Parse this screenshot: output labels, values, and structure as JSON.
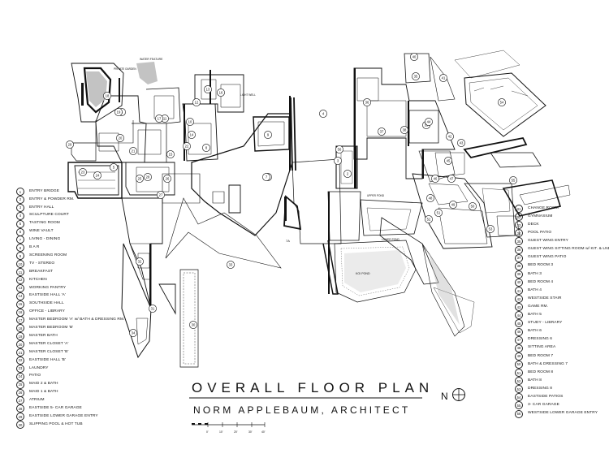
{
  "title": "OVERALL FLOOR PLAN",
  "subtitle": "NORM APPLEBAUM, ARCHITECT",
  "north": "N",
  "scale_labels": [
    "0'",
    "10'",
    "20'",
    "30'",
    "40'"
  ],
  "plan_labels": {
    "water_feature": "WATER FEATURE",
    "private_garden": "PRIVATE GARDEN",
    "koi_pond": "KOI POND",
    "lower_pond": "LOWER POND",
    "upper_pond": "UPPER POND",
    "light_well": "LIGHT WELL",
    "stair_ref": "7A"
  },
  "legend_left": [
    {
      "num": "1",
      "label": "ENTRY BRIDGE"
    },
    {
      "num": "2",
      "label": "ENTRY & POWDER RM."
    },
    {
      "num": "3",
      "label": "ENTRY HALL"
    },
    {
      "num": "4",
      "label": "SCULPTURE COURT"
    },
    {
      "num": "5",
      "label": "TASTING ROOM"
    },
    {
      "num": "6",
      "label": "WINE VAULT"
    },
    {
      "num": "7",
      "label": "LIVING - DINING"
    },
    {
      "num": "8",
      "label": "B A R"
    },
    {
      "num": "9",
      "label": "SCREENING ROOM"
    },
    {
      "num": "10",
      "label": "TV - STEREO"
    },
    {
      "num": "11",
      "label": "BREAKFAST"
    },
    {
      "num": "12",
      "label": "KITCHEN"
    },
    {
      "num": "13",
      "label": "WORKING PANTRY"
    },
    {
      "num": "14",
      "label": "EASTSIDE HALL 'A'"
    },
    {
      "num": "15",
      "label": "SOUTHSIDE HALL"
    },
    {
      "num": "16",
      "label": "OFFICE - LIBRARY"
    },
    {
      "num": "17",
      "label": "MASTER BEDROOM 'A' w/ BATH & DRESSING RM."
    },
    {
      "num": "18",
      "label": "MASTER BEDROOM 'B'"
    },
    {
      "num": "19",
      "label": "MASTER BATH"
    },
    {
      "num": "20",
      "label": "MASTER CLOSET 'A'"
    },
    {
      "num": "21",
      "label": "MASTER CLOSET 'B'"
    },
    {
      "num": "22",
      "label": "EASTSIDE HALL 'B'"
    },
    {
      "num": "23",
      "label": "LAUNDRY"
    },
    {
      "num": "24",
      "label": "PATIO"
    },
    {
      "num": "25",
      "label": "MAID 2 & BATH"
    },
    {
      "num": "26",
      "label": "MAID 1 & BATH"
    },
    {
      "num": "27",
      "label": "ATRIUM"
    },
    {
      "num": "28",
      "label": "EASTSIDE 5- CAR GARAGE"
    },
    {
      "num": "29",
      "label": "EASTSIDE LOWER GARAGE ENTRY"
    },
    {
      "num": "30",
      "label": "SLIPPING POOL & HOT TUB"
    }
  ],
  "legend_right": [
    {
      "num": "31",
      "label": "CHANGE ROOM"
    },
    {
      "num": "32",
      "label": "GYMNASIUM"
    },
    {
      "num": "33",
      "label": "DECK"
    },
    {
      "num": "34",
      "label": "POOL PATIO"
    },
    {
      "num": "35",
      "label": "GUEST WING ENTRY"
    },
    {
      "num": "36",
      "label": "GUEST WING SITTING ROOM w/ KIT. & LND."
    },
    {
      "num": "37",
      "label": "GUEST WING PATIO"
    },
    {
      "num": "38",
      "label": "BED ROOM 3"
    },
    {
      "num": "39",
      "label": "BATH 3"
    },
    {
      "num": "40",
      "label": "BED ROOM 4"
    },
    {
      "num": "41",
      "label": "BATH 4"
    },
    {
      "num": "42",
      "label": "WESTSIDE STAIR"
    },
    {
      "num": "43",
      "label": "GAME RM."
    },
    {
      "num": "44",
      "label": "BATH 5"
    },
    {
      "num": "45",
      "label": "STUDY - LIBRARY"
    },
    {
      "num": "46",
      "label": "BATH 6"
    },
    {
      "num": "47",
      "label": "DRESSING 6"
    },
    {
      "num": "48",
      "label": "SITTING AREA"
    },
    {
      "num": "49",
      "label": "BED ROOM 7"
    },
    {
      "num": "50",
      "label": "BATH & DRESSING 7"
    },
    {
      "num": "51",
      "label": "BED ROOM 8"
    },
    {
      "num": "52",
      "label": "BATH 8"
    },
    {
      "num": "53",
      "label": "DRESSING 8"
    },
    {
      "num": "54",
      "label": "EASTSIDE PATIOS"
    },
    {
      "num": "55",
      "label": "3- CAR GARAGE"
    },
    {
      "num": "56",
      "label": "WESTSIDE LOWER GARAGE ENTRY"
    }
  ],
  "room_tags": [
    "1",
    "2",
    "3",
    "4",
    "5",
    "6",
    "7",
    "8",
    "9",
    "10",
    "11",
    "12",
    "13",
    "14",
    "15",
    "16",
    "17",
    "18",
    "19",
    "20",
    "21",
    "22",
    "23",
    "24",
    "25",
    "26",
    "27",
    "28",
    "29",
    "30",
    "31",
    "32",
    "33",
    "34",
    "35",
    "36",
    "37",
    "38",
    "39",
    "40",
    "41",
    "42",
    "43",
    "44",
    "45",
    "46",
    "47",
    "48",
    "49",
    "50",
    "51",
    "52",
    "53",
    "54",
    "55",
    "56"
  ]
}
